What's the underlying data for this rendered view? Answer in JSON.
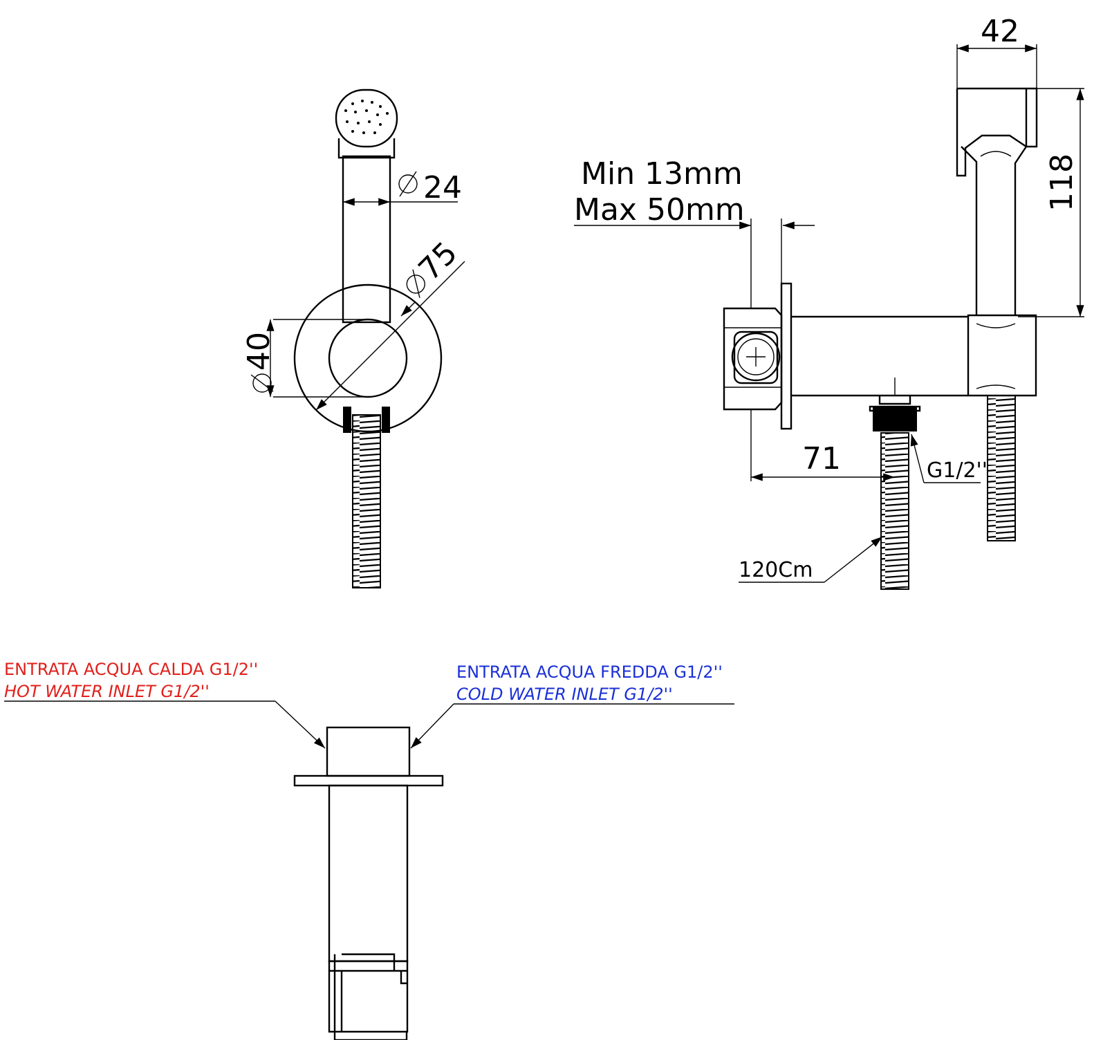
{
  "dimensions": {
    "d24": "24",
    "d75": "75",
    "d40": "40",
    "min": "Min 13mm",
    "max": "Max 50mm",
    "d42": "42",
    "d118": "118",
    "d71": "71",
    "thread": "G1/2''",
    "hose": "120Cm",
    "diameter_symbol": "⌀"
  },
  "labels": {
    "hot_it": "ENTRATA ACQUA CALDA G1/2''",
    "hot_en": "HOT WATER INLET G1/2''",
    "cold_it": "ENTRATA ACQUA FREDDA G1/2''",
    "cold_en": "COLD WATER INLET G1/2''"
  },
  "colors": {
    "hot": "#e0201b",
    "cold": "#1a2fd6",
    "line": "#000000"
  }
}
